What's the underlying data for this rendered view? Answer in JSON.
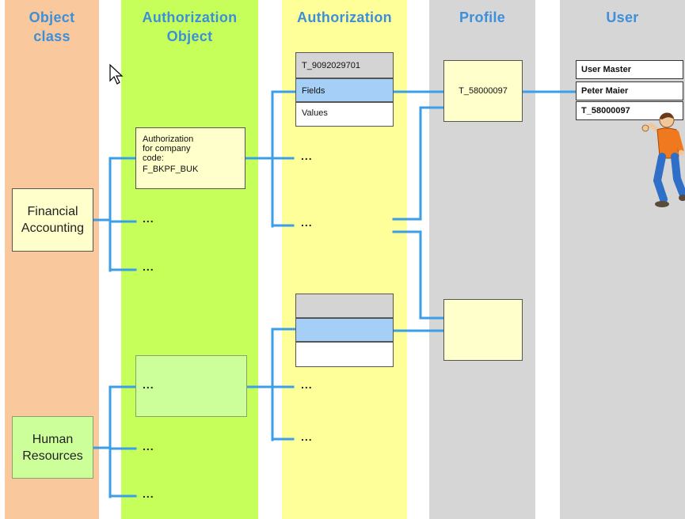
{
  "columns": {
    "object_class": [
      "Object",
      "class"
    ],
    "authorization_object": [
      "Authorization",
      "Object"
    ],
    "authorization": "Authorization",
    "profile": "Profile",
    "user": "User"
  },
  "object_classes": {
    "financial": [
      "Financial",
      "Accounting"
    ],
    "human": [
      "Human",
      "Resources"
    ]
  },
  "authorization_object_box": [
    "Authorization",
    "for company",
    "code:",
    "F_BKPF_BUK"
  ],
  "authorization_table": {
    "name": "T_9092029701",
    "fields": "Fields",
    "values": "Values"
  },
  "profile_name": "T_58000097",
  "user_table": {
    "master": "User Master",
    "name": "Peter Maier",
    "profile": "T_58000097"
  },
  "ellipsis": "...",
  "colors": {
    "object_class_bg": "#f9c89c",
    "auth_object_bg": "#c6ff5a",
    "authorization_bg": "#ffff99",
    "profile_bg": "#d6d6d6",
    "user_bg": "#d6d6d6",
    "connector": "#3a9ee8",
    "header_text": "#3d8fd9",
    "fields_highlight": "#a6cff7"
  },
  "icons": [
    "mouse-pointer-icon",
    "walking-person-icon"
  ]
}
